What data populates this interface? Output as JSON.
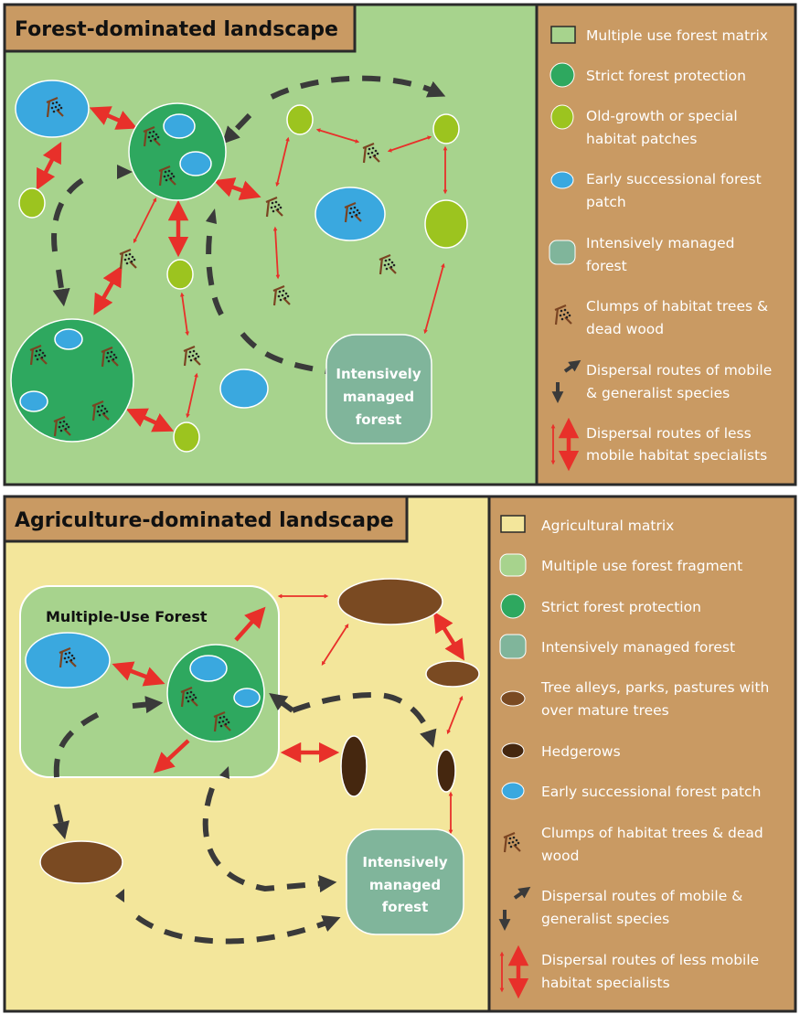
{
  "forest_panel": {
    "title": "Forest-dominated landscape",
    "managed_label": [
      "Intensively",
      "managed",
      "forest"
    ],
    "legend": [
      {
        "icon": "light-green-square",
        "lines": [
          "Multiple use forest matrix"
        ]
      },
      {
        "icon": "dark-green-circle",
        "lines": [
          "Strict forest protection"
        ]
      },
      {
        "icon": "lime-circle",
        "lines": [
          "Old-growth or special",
          "habitat patches"
        ]
      },
      {
        "icon": "blue-ellipse",
        "lines": [
          "Early successional forest",
          "patch"
        ]
      },
      {
        "icon": "teal-rounded-square",
        "lines": [
          "Intensively managed",
          "forest"
        ]
      },
      {
        "icon": "habitat-tree-clump",
        "lines": [
          "Clumps of habitat trees &",
          "dead wood"
        ]
      },
      {
        "icon": "dark-curved-arrows",
        "lines": [
          "Dispersal routes of mobile",
          "& generalist species"
        ]
      },
      {
        "icon": "red-double-arrows",
        "lines": [
          "Dispersal routes of less",
          "mobile habitat specialists"
        ]
      }
    ]
  },
  "agri_panel": {
    "title": "Agriculture-dominated landscape",
    "forest_label": "Multiple-Use Forest",
    "managed_label": [
      "Intensively",
      "managed",
      "forest"
    ],
    "legend": [
      {
        "icon": "yellow-square",
        "lines": [
          "Agricultural matrix"
        ]
      },
      {
        "icon": "light-green-rounded-square",
        "lines": [
          "Multiple use forest fragment"
        ]
      },
      {
        "icon": "dark-green-circle",
        "lines": [
          "Strict forest protection"
        ]
      },
      {
        "icon": "teal-rounded-square",
        "lines": [
          "Intensively managed forest"
        ]
      },
      {
        "icon": "brown-ellipse",
        "lines": [
          "Tree alleys, parks, pastures with",
          "over mature trees"
        ]
      },
      {
        "icon": "dark-brown-ellipse",
        "lines": [
          "Hedgerows"
        ]
      },
      {
        "icon": "blue-ellipse",
        "lines": [
          "Early successional forest patch"
        ]
      },
      {
        "icon": "habitat-tree-clump",
        "lines": [
          "Clumps of habitat trees & dead",
          "wood"
        ]
      },
      {
        "icon": "dark-curved-arrows",
        "lines": [
          "Dispersal routes of mobile &",
          "generalist species"
        ]
      },
      {
        "icon": "red-double-arrows",
        "lines": [
          "Dispersal routes of less mobile",
          "habitat specialists"
        ]
      }
    ]
  },
  "colors": {
    "forest_matrix": "#a7d38d",
    "strict_protection": "#2ea85f",
    "old_growth": "#9cc41f",
    "early_successional": "#3aa8df",
    "managed": "#80b59b",
    "legend_bg": "#c99a63",
    "agri_matrix": "#f3e69b",
    "tree_alley": "#7a4a22",
    "hedgerow": "#45270f",
    "specialist_arrow": "#e8302a",
    "generalist_arrow": "#3a3a3a"
  }
}
